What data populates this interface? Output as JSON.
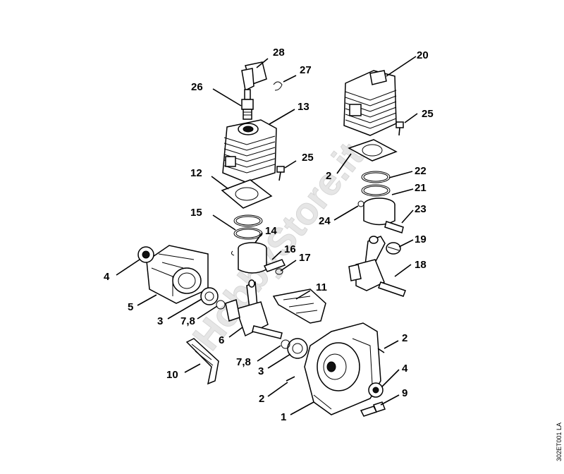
{
  "watermark": "HobbyStore.it",
  "reference": "302ET001 LA",
  "labels": {
    "l1": "1",
    "l2a": "2",
    "l2b": "2",
    "l2c": "2",
    "l3a": "3",
    "l3b": "3",
    "l4a": "4",
    "l4b": "4",
    "l5": "5",
    "l6": "6",
    "l78a": "7,8",
    "l78b": "7,8",
    "l9": "9",
    "l10": "10",
    "l11": "11",
    "l12": "12",
    "l13": "13",
    "l14": "14",
    "l15": "15",
    "l16": "16",
    "l17": "17",
    "l18": "18",
    "l19": "19",
    "l20": "20",
    "l21": "21",
    "l22": "22",
    "l23": "23",
    "l24": "24",
    "l25a": "25",
    "l25b": "25",
    "l26": "26",
    "l27": "27",
    "l28": "28"
  }
}
